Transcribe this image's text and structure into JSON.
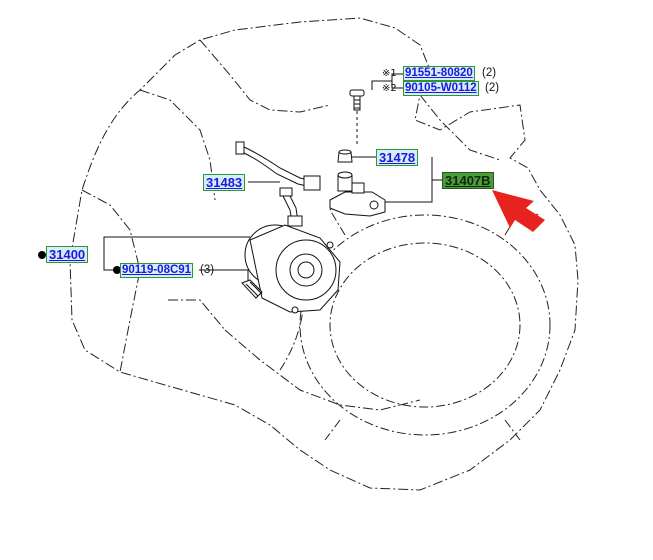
{
  "parts": {
    "p31400": "31400",
    "p31483": "31483",
    "p31478": "31478",
    "p31407b": "31407B",
    "p91551": "91551-80820",
    "p90105": "90105-W0112",
    "p90119": "90119-08C91"
  },
  "quantities": {
    "q91551": "(2)",
    "q90105": "(2)",
    "q90119": "(3)"
  },
  "marks": {
    "m1": "※1",
    "m2": "※2"
  },
  "colors": {
    "link_text": "#1a1ad8",
    "link_bg": "#d8ecff",
    "link_border": "#2a9a2a",
    "highlight_bg": "#4f9a3c",
    "arrow": "#e8231f"
  },
  "icons": {
    "pointer": "red-arrow-icon",
    "bullet": "filled-dot-icon"
  }
}
